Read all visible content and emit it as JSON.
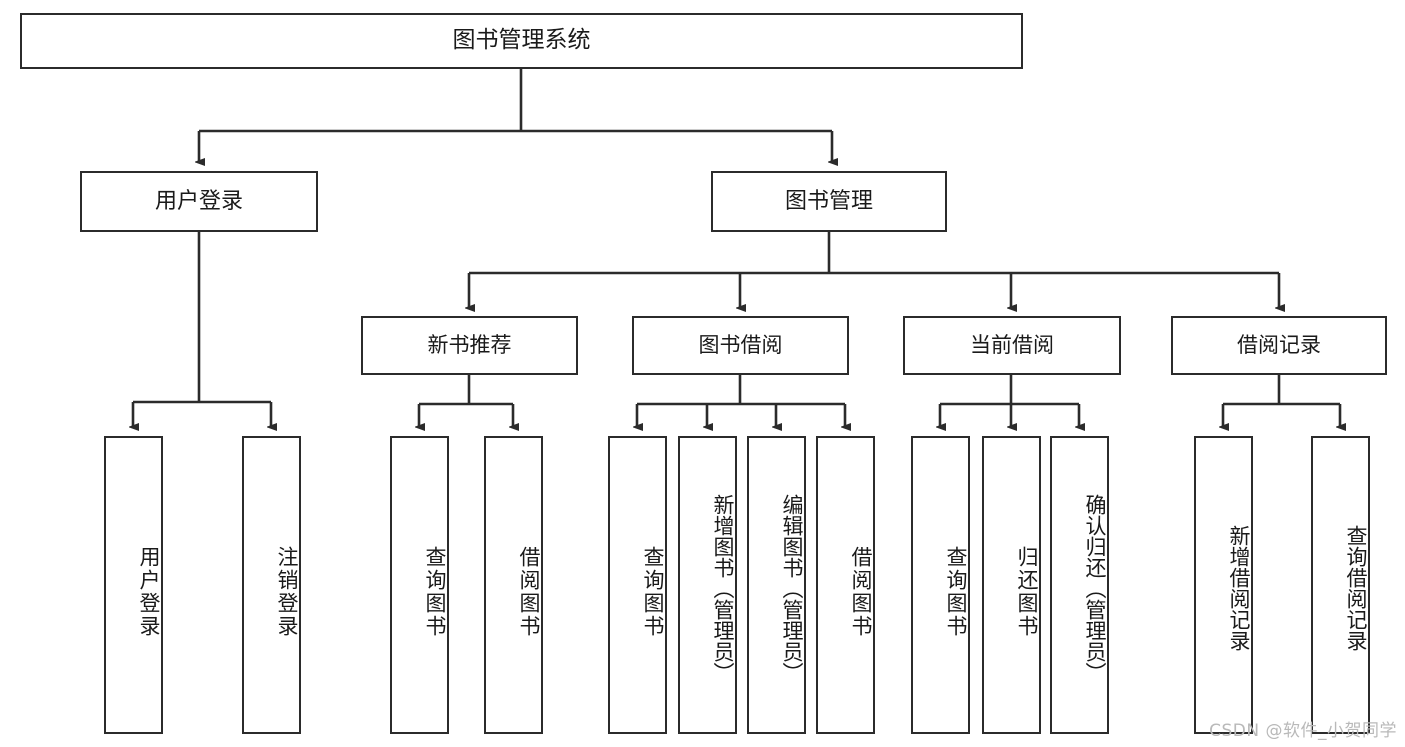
{
  "diagram": {
    "type": "tree",
    "title": "图书管理系统",
    "orientation": "top-down",
    "root": {
      "label": "图书管理系统"
    },
    "level2": [
      {
        "label": "用户登录"
      },
      {
        "label": "图书管理"
      }
    ],
    "level3": [
      {
        "label": "新书推荐"
      },
      {
        "label": "图书借阅"
      },
      {
        "label": "当前借阅"
      },
      {
        "label": "借阅记录"
      }
    ],
    "leaves": [
      {
        "label": "用户登录",
        "parent": "用户登录"
      },
      {
        "label": "注销登录",
        "parent": "用户登录"
      },
      {
        "label": "查询图书",
        "parent": "新书推荐"
      },
      {
        "label": "借阅图书",
        "parent": "新书推荐"
      },
      {
        "label": "查询图书",
        "parent": "图书借阅"
      },
      {
        "label": "新增图书（管理员）",
        "parent": "图书借阅"
      },
      {
        "label": "编辑图书（管理员）",
        "parent": "图书借阅"
      },
      {
        "label": "借阅图书",
        "parent": "图书借阅"
      },
      {
        "label": "查询图书",
        "parent": "当前借阅"
      },
      {
        "label": "归还图书",
        "parent": "当前借阅"
      },
      {
        "label": "确认归还（管理员）",
        "parent": "当前借阅"
      },
      {
        "label": "新增借阅记录",
        "parent": "借阅记录"
      },
      {
        "label": "查询借阅记录",
        "parent": "借阅记录"
      }
    ],
    "colors": {
      "border": "#2b2b2b",
      "background": "#ffffff",
      "text": "#1a1a1a",
      "edge": "#2b2b2b",
      "watermark": "#b9b9b9"
    }
  },
  "watermark": {
    "text": "CSDN @软件_小贺同学"
  }
}
